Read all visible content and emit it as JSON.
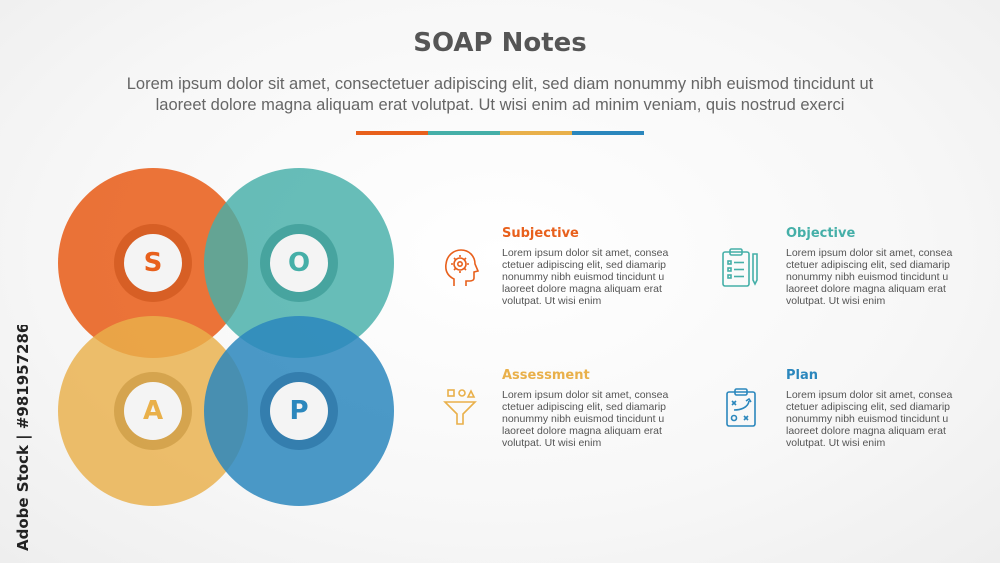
{
  "header": {
    "title": "SOAP Notes",
    "subtitle_line1": "Lorem ipsum dolor sit amet, consectetuer adipiscing elit, sed diam nonummy nibh euismod tincidunt ut",
    "subtitle_line2": "laoreet dolore magna aliquam erat volutpat. Ut wisi enim ad minim veniam, quis nostrud exerci"
  },
  "colors": {
    "orange": "#E8601C",
    "teal": "#45AFA8",
    "yellow": "#E9B04A",
    "blue": "#2B87BD"
  },
  "circles": [
    {
      "letter": "S"
    },
    {
      "letter": "O"
    },
    {
      "letter": "A"
    },
    {
      "letter": "P"
    }
  ],
  "items": [
    {
      "title": "Subjective",
      "icon": "head-gear-icon",
      "text_lines": [
        "Lorem ipsum dolor sit amet, consea",
        "ctetuer adipiscing elit, sed diamarip",
        "nonummy nibh euismod tincidunt u",
        "laoreet dolore magna aliquam erat",
        "volutpat. Ut wisi enim"
      ]
    },
    {
      "title": "Objective",
      "icon": "clipboard-checklist-icon",
      "text_lines": [
        "Lorem ipsum dolor sit amet, consea",
        "ctetuer adipiscing elit, sed diamarip",
        "nonummy nibh euismod tincidunt u",
        "laoreet dolore magna aliquam erat",
        "volutpat. Ut wisi enim"
      ]
    },
    {
      "title": "Assessment",
      "icon": "funnel-icon",
      "text_lines": [
        "Lorem ipsum dolor sit amet, consea",
        "ctetuer adipiscing elit, sed diamarip",
        "nonummy nibh euismod tincidunt u",
        "laoreet dolore magna aliquam erat",
        "volutpat. Ut wisi enim"
      ]
    },
    {
      "title": "Plan",
      "icon": "strategy-board-icon",
      "text_lines": [
        "Lorem ipsum dolor sit amet, consea",
        "ctetuer adipiscing elit, sed diamarip",
        "nonummy nibh euismod tincidunt u",
        "laoreet dolore magna aliquam erat",
        "volutpat. Ut wisi enim"
      ]
    }
  ],
  "watermark": {
    "side_text": "Adobe Stock | #981957286"
  }
}
